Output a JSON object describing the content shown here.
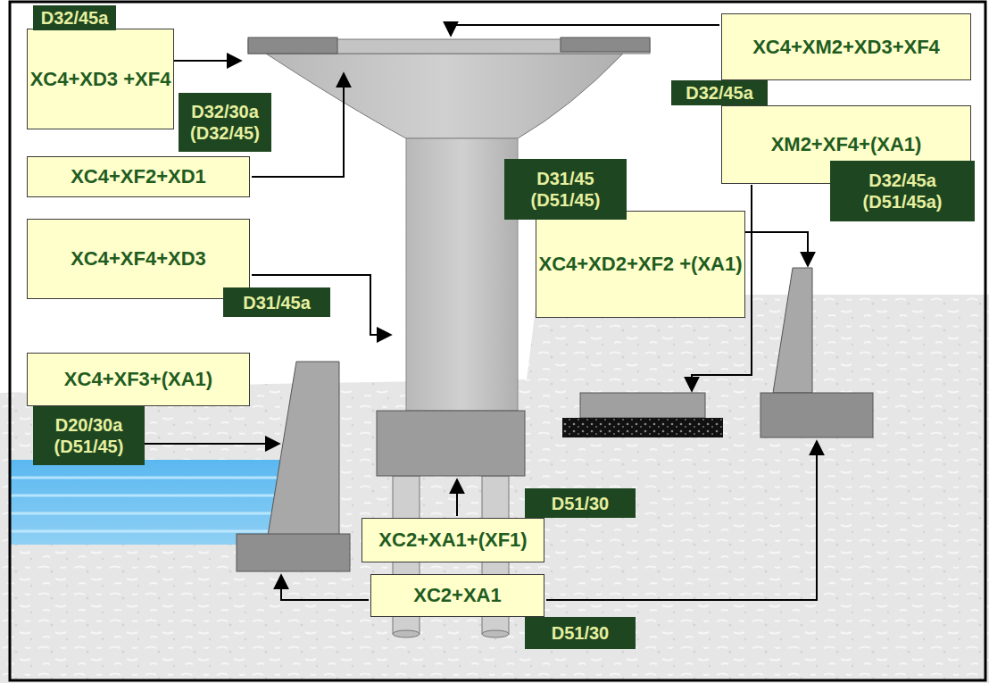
{
  "diagram": {
    "nodes": [
      {
        "text": [
          "D32/45a"
        ]
      },
      {
        "text": [
          "XC4+XD3 +XF4"
        ]
      },
      {
        "text": [
          "D32/30a (D32/45)"
        ]
      },
      {
        "text": [
          "XC4+XF2+XD1"
        ]
      },
      {
        "text": [
          "XC4+XM2+XD3+XF4"
        ]
      },
      {
        "text": [
          "D32/45a"
        ]
      },
      {
        "text": [
          "XM2+XF4+(XA1)"
        ]
      },
      {
        "text": [
          "D32/45a (D51/45a)"
        ]
      },
      {
        "text": [
          "D31/45 (D51/45)"
        ]
      },
      {
        "text": [
          "XC4+XD2+XF2 +(XA1)"
        ]
      },
      {
        "text": [
          "XC4+XF4+XD3"
        ]
      },
      {
        "text": [
          "D31/45a"
        ]
      },
      {
        "text": [
          "XC4+XF3+(XA1)"
        ]
      },
      {
        "text": [
          "D20/30a (D51/45)"
        ]
      },
      {
        "text": [
          "D51/30"
        ]
      },
      {
        "text": [
          "XC2+XA1+(XF1)"
        ]
      },
      {
        "text": [
          "XC2+XA1"
        ]
      },
      {
        "text": [
          "D51/30"
        ]
      }
    ]
  }
}
